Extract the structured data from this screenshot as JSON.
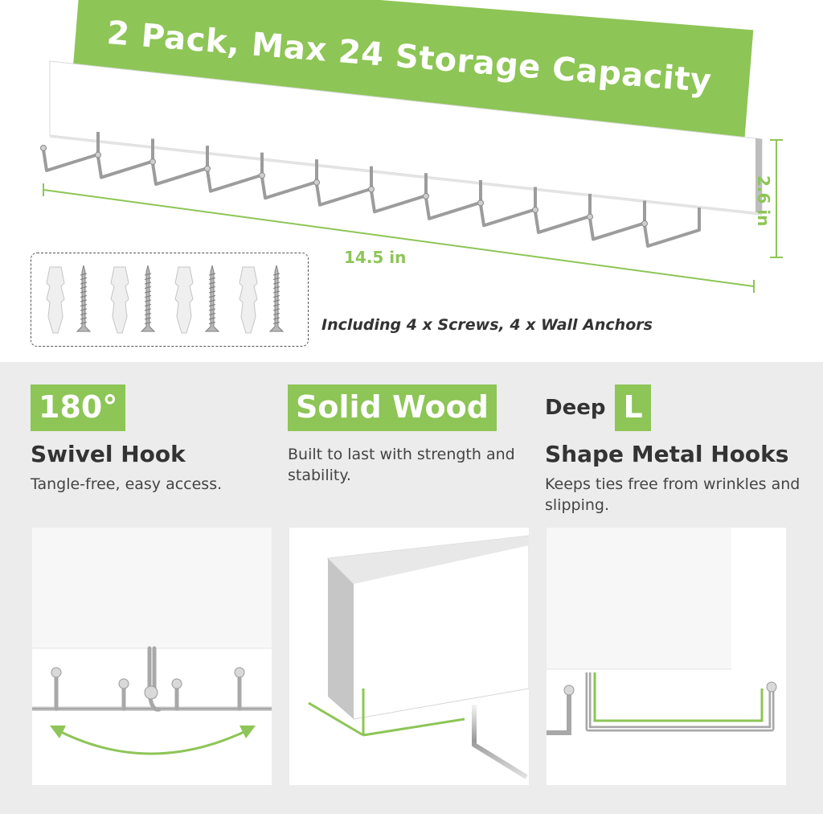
{
  "banner": {
    "text": "2 Pack, Max 24 Storage Capacity"
  },
  "dimensions": {
    "width": "14.5 in",
    "height": "2.6 in"
  },
  "hardware": {
    "caption": "Including 4 x Screws, 4 x Wall Anchors",
    "screw_count": 4,
    "anchor_count": 4
  },
  "features": [
    {
      "tag": "180°",
      "title": "Swivel Hook",
      "description": "Tangle-free, easy access."
    },
    {
      "tag": "Solid Wood",
      "title": "",
      "description": "Built to last with strength and stability."
    },
    {
      "prefix": "Deep",
      "tag": "L",
      "title": "Shape Metal Hooks",
      "description": "Keeps ties free from wrinkles and slipping."
    }
  ],
  "hook_count": 12,
  "colors": {
    "accent": "#8dc556",
    "background_bottom": "#ececec",
    "text": "#333333"
  }
}
